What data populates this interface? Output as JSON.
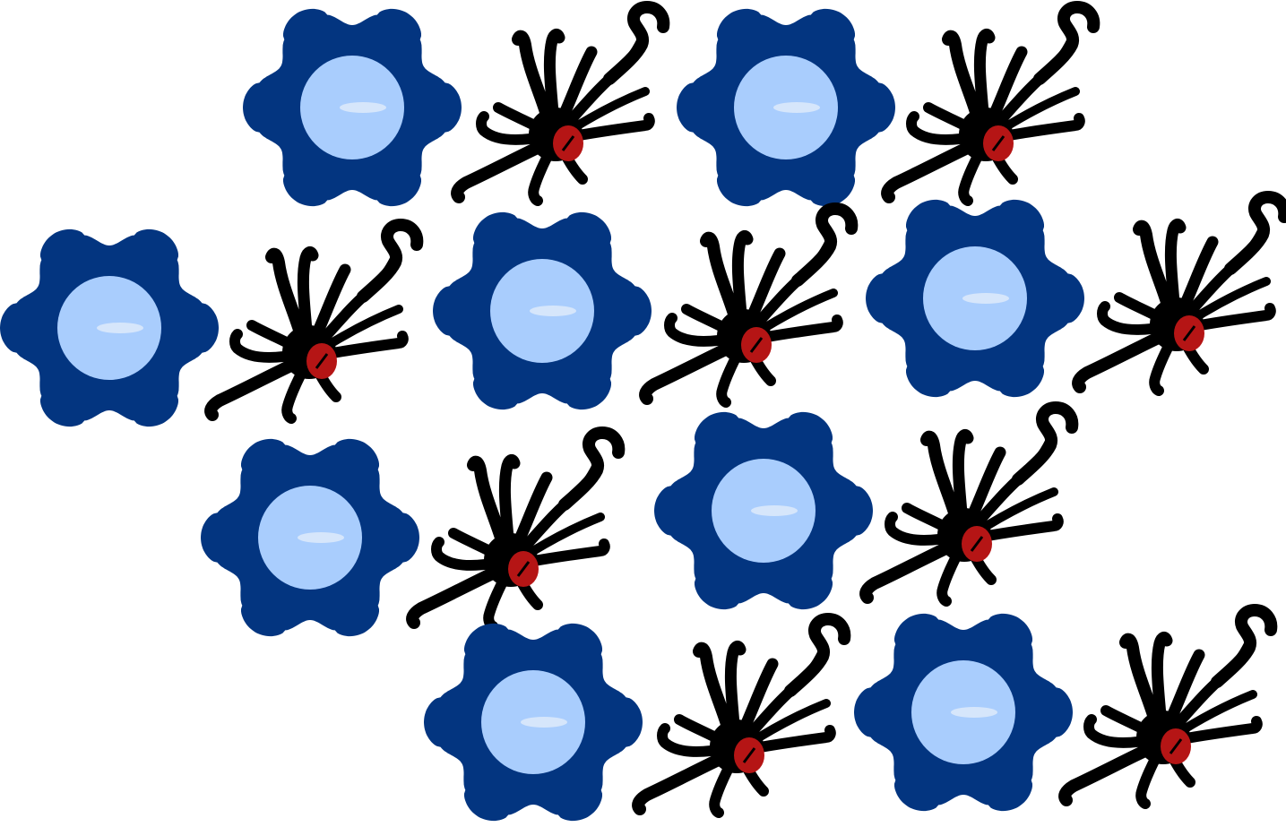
{
  "colors": {
    "background": "#ffffff",
    "gear": "#033580",
    "nucleus": "#a9cdfd",
    "nucleus_highlight": "#d6e6fb",
    "creature": "#000000",
    "creature_spot": "#b51515"
  },
  "groups": [
    {
      "name": "cell-pair-1"
    },
    {
      "name": "cell-pair-2"
    },
    {
      "name": "cell-pair-3"
    },
    {
      "name": "cell-pair-4"
    },
    {
      "name": "cell-pair-5"
    },
    {
      "name": "cell-pair-6"
    },
    {
      "name": "cell-pair-7"
    },
    {
      "name": "cell-pair-8"
    },
    {
      "name": "cell-pair-9"
    }
  ],
  "icons": {
    "gear": "gear-cell-icon",
    "creature": "spider-cell-icon"
  }
}
